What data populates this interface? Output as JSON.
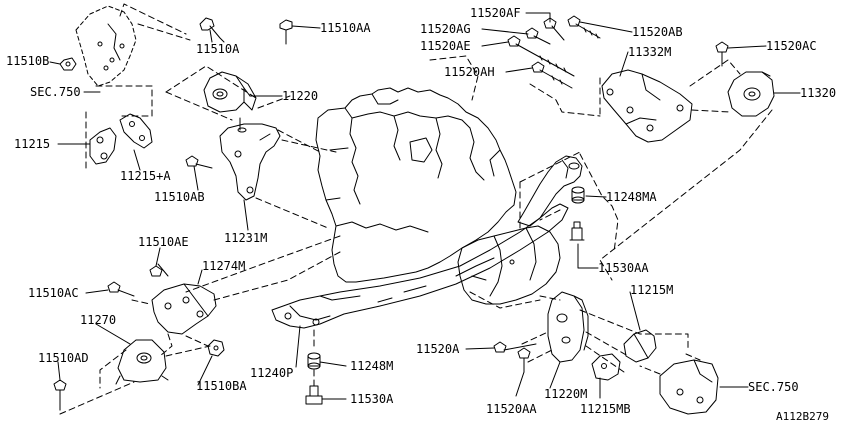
{
  "diagram": {
    "labels": {
      "l_11510b": "11510B",
      "l_sec750_top": "SEC.750",
      "l_11215": "11215",
      "l_11215a": "11215+A",
      "l_11510ab": "11510AB",
      "l_11510a": "11510A",
      "l_11510aa": "11510AA",
      "l_11220": "11220",
      "l_11231m": "11231M",
      "l_11520af": "11520AF",
      "l_11520ag": "11520AG",
      "l_11520ae": "11520AE",
      "l_11520ah": "11520AH",
      "l_11520ab": "11520AB",
      "l_11332m": "11332M",
      "l_11520ac": "11520AC",
      "l_11320": "11320",
      "l_11248ma": "11248MA",
      "l_11530aa": "11530AA",
      "l_11215m": "11215M",
      "l_sec750_bot": "SEC.750",
      "l_11510ae": "11510AE",
      "l_11274m": "11274M",
      "l_11510ac": "11510AC",
      "l_11270": "11270",
      "l_11510ad": "11510AD",
      "l_11510ba": "11510BA",
      "l_11240p": "11240P",
      "l_11248m": "11248M",
      "l_11530a": "11530A",
      "l_11520a": "11520A",
      "l_11520aa": "11520AA",
      "l_11220m": "11220M",
      "l_11215mb": "11215MB",
      "l_ref": "A112B279"
    }
  }
}
